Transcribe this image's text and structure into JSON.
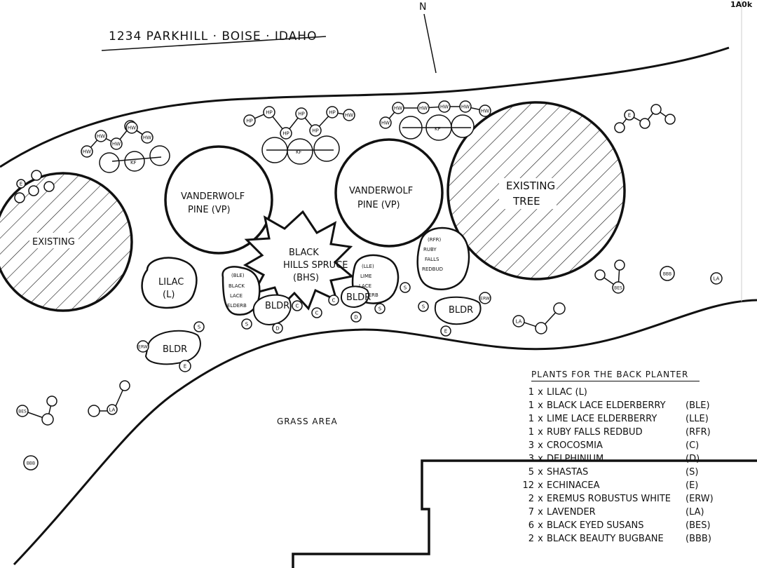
{
  "header": {
    "title": "1234 PARKHILL · BOISE · IDAHO",
    "page_number": "1A0k",
    "north": "N"
  },
  "areas": {
    "grass": "GRASS AREA"
  },
  "features": {
    "existing_left": "EXISTING",
    "existing_tree_1": "EXISTING",
    "existing_tree_2": "TREE",
    "vp_left_1": "VANDERWOLF",
    "vp_left_2": "PINE (VP)",
    "vp_right_1": "VANDERWOLF",
    "vp_right_2": "PINE (VP)",
    "spruce_1": "BLACK",
    "spruce_2": "HILLS SPRUCE",
    "spruce_3": "(BHS)",
    "lilac_1": "LILAC",
    "lilac_2": "(L)",
    "ble_1": "(BLE)",
    "ble_2": "BLACK",
    "ble_3": "LACE",
    "ble_4": "ELDERB",
    "lle_1": "(LLE)",
    "lle_2": "LIME",
    "lle_3": "LACE",
    "lle_4": "ELDERB",
    "rfr_1": "(RFR)",
    "rfr_2": "RUBY",
    "rfr_3": "FALLS",
    "rfr_4": "REDBUD",
    "boulder": "BLDR",
    "kf": "KF"
  },
  "plant_codes": {
    "hw": "HW",
    "hp": "HP",
    "e": "E",
    "s": "S",
    "d": "D",
    "c": "C",
    "la": "LA",
    "bes": "BES",
    "bbb": "BBB",
    "erw": "ERW"
  },
  "legend": {
    "title": "PLANTS FOR THE BACK PLANTER",
    "rows": [
      {
        "qty": "1",
        "x": "x",
        "name": "LILAC (L)",
        "code": ""
      },
      {
        "qty": "1",
        "x": "x",
        "name": "BLACK LACE ELDERBERRY",
        "code": "(BLE)"
      },
      {
        "qty": "1",
        "x": "x",
        "name": "LIME LACE ELDERBERRY",
        "code": "(LLE)"
      },
      {
        "qty": "1",
        "x": "x",
        "name": "RUBY FALLS REDBUD",
        "code": "(RFR)"
      },
      {
        "qty": "3",
        "x": "x",
        "name": "CROCOSMIA",
        "code": "(C)"
      },
      {
        "qty": "3",
        "x": "x",
        "name": "DELPHINIUM",
        "code": "(D)"
      },
      {
        "qty": "5",
        "x": "x",
        "name": "SHASTAS",
        "code": "(S)"
      },
      {
        "qty": "12",
        "x": "x",
        "name": "ECHINACEA",
        "code": "(E)"
      },
      {
        "qty": "2",
        "x": "x",
        "name": "EREMUS ROBUSTUS WHITE",
        "code": "(ERW)"
      },
      {
        "qty": "7",
        "x": "x",
        "name": "LAVENDER",
        "code": "(LA)"
      },
      {
        "qty": "6",
        "x": "x",
        "name": "BLACK EYED SUSANS",
        "code": "(BES)"
      },
      {
        "qty": "2",
        "x": "x",
        "name": "BLACK BEAUTY BUGBANE",
        "code": "(BBB)"
      }
    ]
  }
}
